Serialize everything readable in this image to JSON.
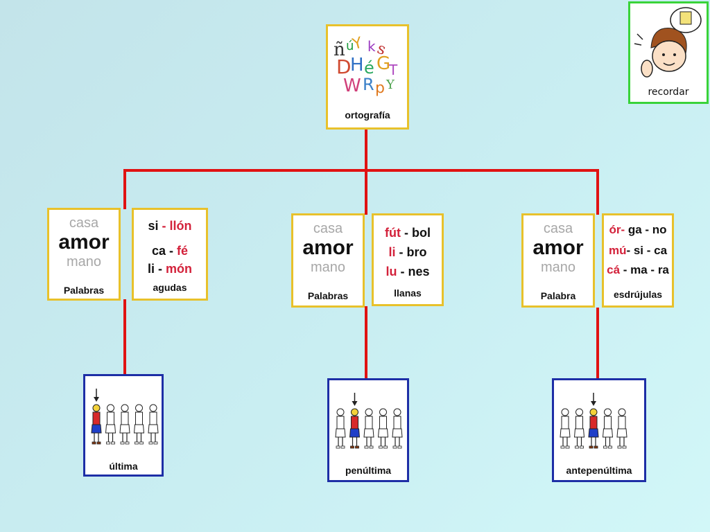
{
  "title_card": {
    "label": "ortografía"
  },
  "recordar": {
    "label": "recordar"
  },
  "branches": [
    {
      "words": [
        "casa",
        "amor",
        "mano"
      ],
      "words_label": "Palabras",
      "syllables": [
        [
          {
            "t": "si",
            "c": "k"
          },
          {
            "t": " - ",
            "c": "r"
          },
          {
            "t": "llón",
            "c": "r"
          }
        ],
        [
          {
            "t": "ca",
            "c": "k"
          },
          {
            "t": " - ",
            "c": "k"
          },
          {
            "t": "fé",
            "c": "r"
          }
        ],
        [
          {
            "t": "li",
            "c": "k"
          },
          {
            "t": " - ",
            "c": "k"
          },
          {
            "t": "món",
            "c": "r"
          }
        ]
      ],
      "syllables_label": "agudas",
      "position_label": "última"
    },
    {
      "words": [
        "casa",
        "amor",
        "mano"
      ],
      "words_label": "Palabras",
      "syllables": [
        [
          {
            "t": "fút",
            "c": "r"
          },
          {
            "t": " - bol",
            "c": "k"
          }
        ],
        [
          {
            "t": "li",
            "c": "r"
          },
          {
            "t": " - bro",
            "c": "k"
          }
        ],
        [
          {
            "t": "lu",
            "c": "r"
          },
          {
            "t": " - nes",
            "c": "k"
          }
        ]
      ],
      "syllables_label": "llanas",
      "position_label": "penúltima"
    },
    {
      "words": [
        "casa",
        "amor",
        "mano"
      ],
      "words_label": "Palabra",
      "syllables": [
        [
          {
            "t": "ór-",
            "c": "r"
          },
          {
            "t": " ga - no",
            "c": "k"
          }
        ],
        [
          {
            "t": "mú",
            "c": "r"
          },
          {
            "t": "- si - ca",
            "c": "k"
          }
        ],
        [
          {
            "t": "cá",
            "c": "r"
          },
          {
            "t": " - ma - ra",
            "c": "k"
          }
        ]
      ],
      "syllables_label": "esdrújulas",
      "position_label": "antepenúltima"
    }
  ],
  "colors": {
    "connector": "#e01212",
    "accent_red": "#d3213a",
    "frame_yellow": "#e8c12b",
    "frame_blue": "#1d2ea6",
    "frame_green": "#39d339"
  }
}
